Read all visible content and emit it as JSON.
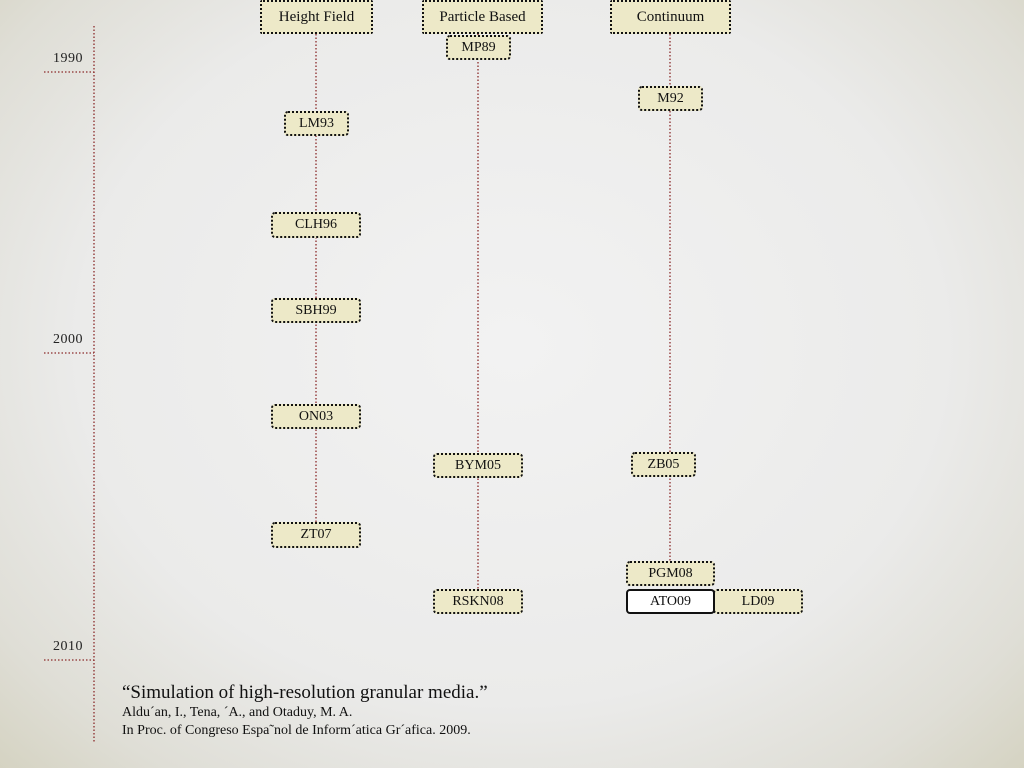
{
  "columns": {
    "height_field": "Height Field",
    "particle_based": "Particle Based",
    "continuum": "Continuum"
  },
  "years": {
    "y1990": "1990",
    "y2000": "2000",
    "y2010": "2010"
  },
  "nodes": {
    "mp89": "MP89",
    "m92": "M92",
    "lm93": "LM93",
    "clh96": "CLH96",
    "sbh99": "SBH99",
    "on03": "ON03",
    "bym05": "BYM05",
    "zb05": "ZB05",
    "zt07": "ZT07",
    "pgm08": "PGM08",
    "rskn08": "RSKN08",
    "ato09": "ATO09",
    "ld09": "LD09"
  },
  "citation": {
    "title": "“Simulation of high-resolution granular media.”",
    "authors": "Aldu´an, I., Tena, ´A., and Otaduy, M. A.",
    "venue": "In Proc. of Congreso Espa˜nol de Inform´atica Gr´afica. 2009."
  },
  "colors": {
    "box_fill": "#ede9c8",
    "connector": "#8b2a2a",
    "highlight_fill": "#ffffff"
  }
}
